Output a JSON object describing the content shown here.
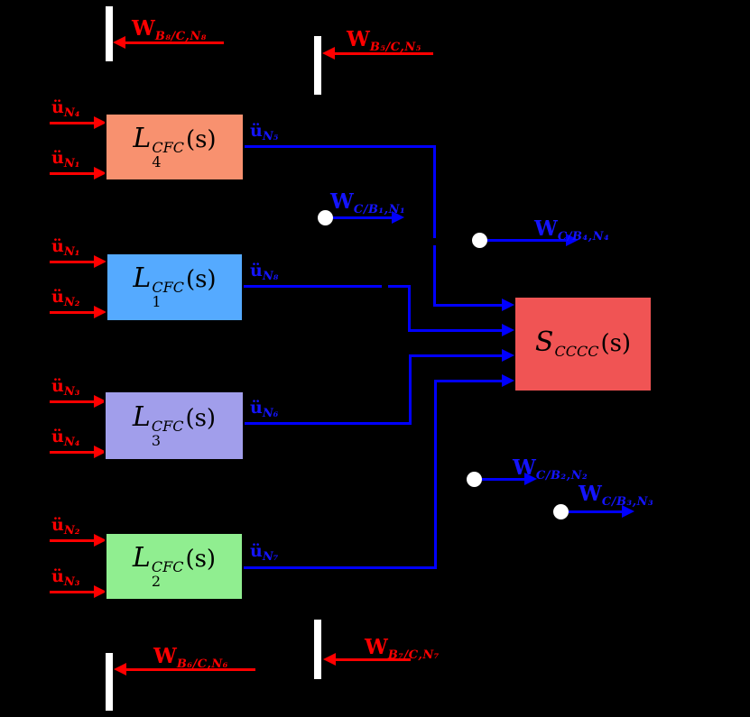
{
  "colors": {
    "background": "#000000",
    "red": "#FF0000",
    "blue_line": "#0000FF",
    "blue_text": "#1414FF",
    "wall": "#FFFFFF",
    "block_border": "#000000",
    "block_l4_fill": "#F8916F",
    "block_l1_fill": "#55AAFF",
    "block_l3_fill": "#A19EEB",
    "block_l2_fill": "#90EE90",
    "block_s_fill": "#F05454"
  },
  "blocks": {
    "l4": {
      "base": "L",
      "sub": "4",
      "sup": "CFC",
      "suffix": "(s)"
    },
    "l1": {
      "base": "L",
      "sub": "1",
      "sup": "CFC",
      "suffix": "(s)"
    },
    "l3": {
      "base": "L",
      "sub": "3",
      "sup": "CFC",
      "suffix": "(s)"
    },
    "l2": {
      "base": "L",
      "sub": "2",
      "sup": "CFC",
      "suffix": "(s)"
    },
    "s": {
      "base": "S",
      "sub": "",
      "sup": "CCCC",
      "suffix": "(s)"
    }
  },
  "wall_labels": {
    "top_left": {
      "base": "W",
      "sub": "B₈/C,N₈"
    },
    "top_mid": {
      "base": "W",
      "sub": "B₅/C,N₅"
    },
    "bottom_left": {
      "base": "W",
      "sub": "B₆/C,N₆"
    },
    "bottom_mid": {
      "base": "W",
      "sub": "B₇/C,N₇"
    }
  },
  "coupling_labels": {
    "b1": {
      "base": "W",
      "sub": "C/B₁,N₁"
    },
    "b4": {
      "base": "W",
      "sub": "C/B₄,N₄"
    },
    "b2": {
      "base": "W",
      "sub": "C/B₂,N₂"
    },
    "b3": {
      "base": "W",
      "sub": "C/B₃,N₃"
    }
  },
  "input_labels": {
    "l4_top": {
      "base": "ü",
      "sub": "N₄"
    },
    "l4_bottom": {
      "base": "ü",
      "sub": "N₁"
    },
    "l1_top": {
      "base": "ü",
      "sub": "N₁"
    },
    "l1_bottom": {
      "base": "ü",
      "sub": "N₂"
    },
    "l3_top": {
      "base": "ü",
      "sub": "N₃"
    },
    "l3_bottom": {
      "base": "ü",
      "sub": "N₄"
    },
    "l2_top": {
      "base": "ü",
      "sub": "N₂"
    },
    "l2_bottom": {
      "base": "ü",
      "sub": "N₃"
    }
  },
  "output_labels": {
    "l4": {
      "base": "ü",
      "sub": "N₅"
    },
    "l1": {
      "base": "ü",
      "sub": "N₈"
    },
    "l3": {
      "base": "ü",
      "sub": "N₆"
    },
    "l2": {
      "base": "ü",
      "sub": "N₇"
    }
  }
}
